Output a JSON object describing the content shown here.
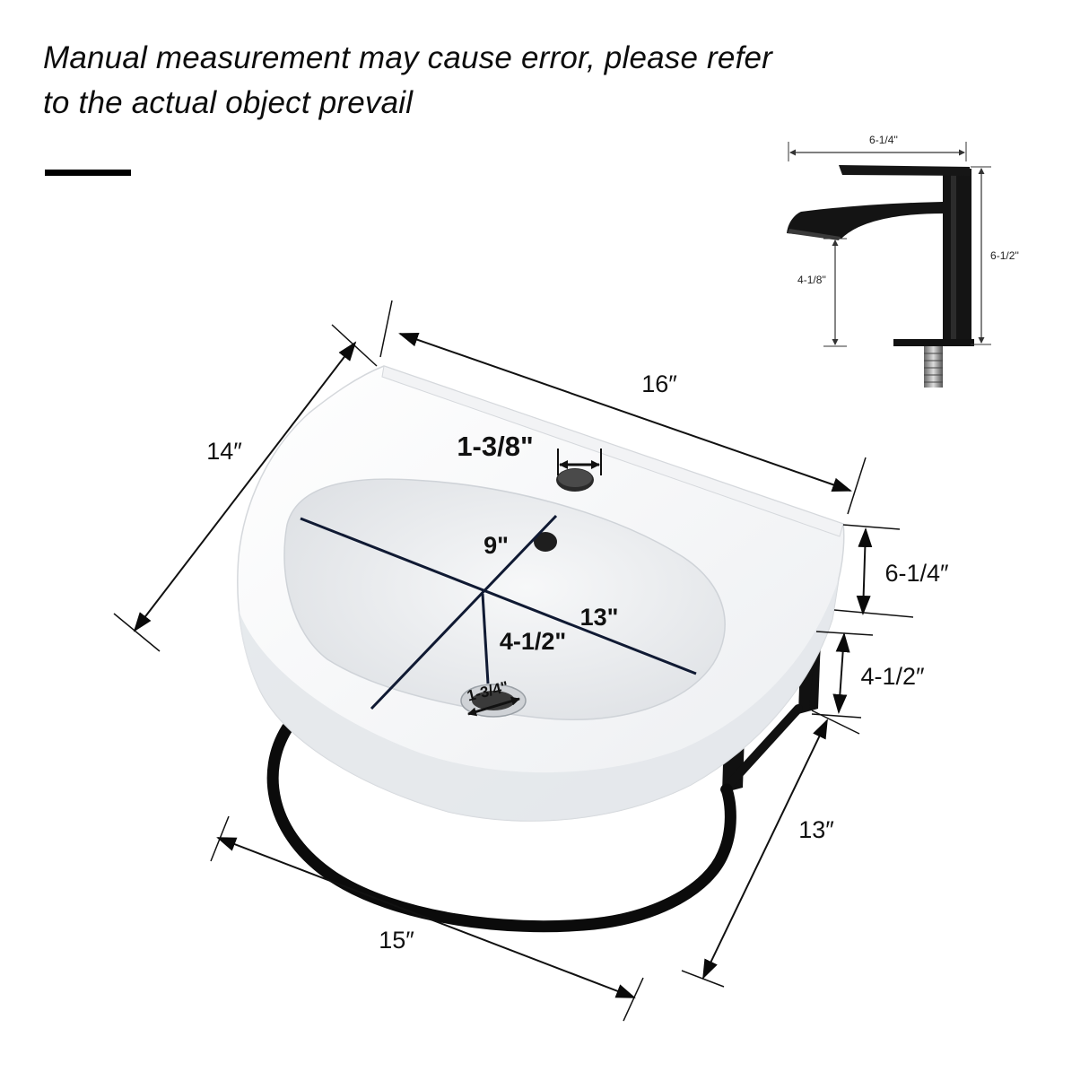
{
  "notice": {
    "line1": "Manual measurement may cause error, please refer",
    "line2": "to the actual object prevail"
  },
  "faucet": {
    "width": "6-1/4''",
    "height": "6-1/2''",
    "spout_height": "4-1/8''"
  },
  "sink": {
    "width": "16″",
    "depth": "14″",
    "faucet_hole": "1-3/8\"",
    "bowl_depth": "9\"",
    "bowl_length": "13\"",
    "drain_offset": "4-1/2\"",
    "drain_diameter": "1-3/4\"",
    "front_height": "6-1/4″"
  },
  "frame": {
    "gap_height": "4-1/2″",
    "depth": "13″",
    "width": "15″"
  },
  "colors": {
    "ink": "#111111",
    "porcelain": "#ffffff",
    "porcelain_shade": "#e4e6e9",
    "bowl": "#eef0f2",
    "metal": "#111111",
    "guide_line": "#101a33"
  }
}
